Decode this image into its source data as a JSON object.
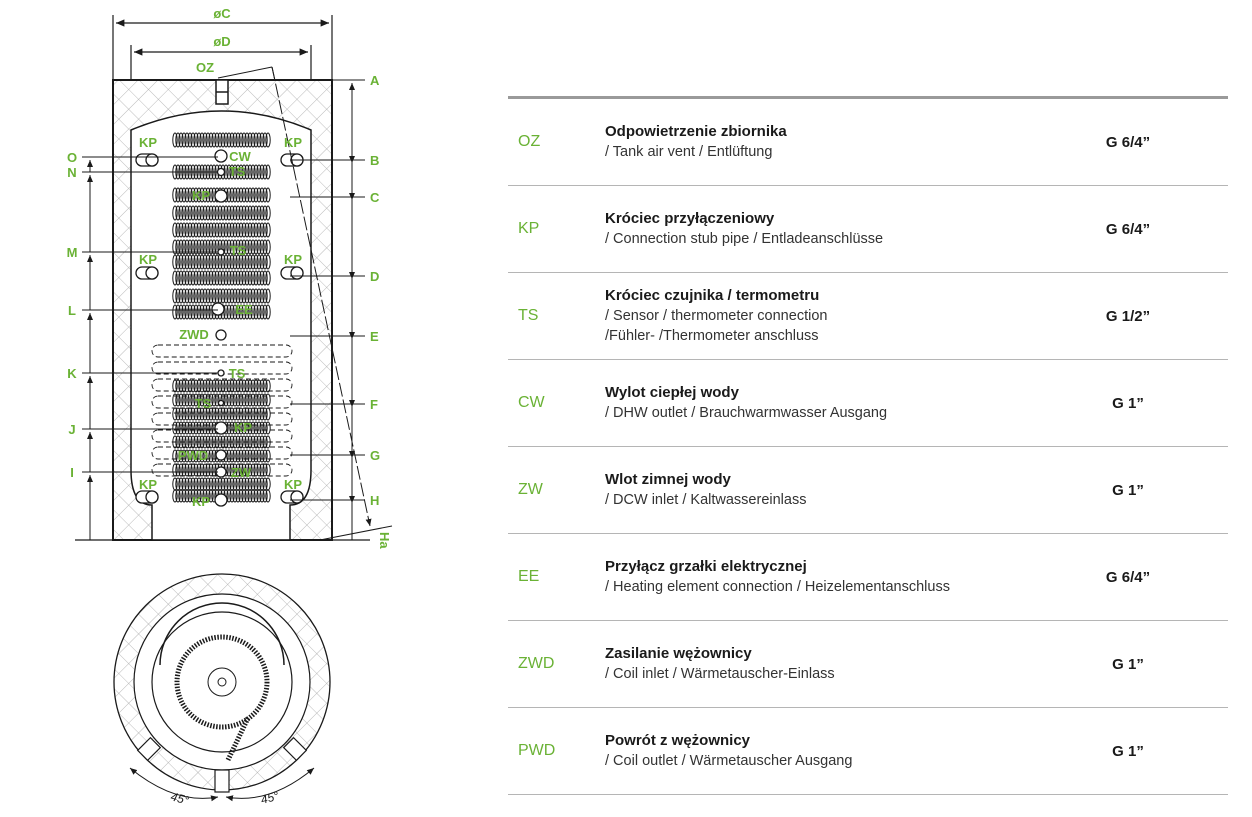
{
  "colors": {
    "accent": "#6ab235",
    "line": "#1a1a1a",
    "rule": "#b5b5b5"
  },
  "diagram": {
    "dims": {
      "outer_diameter": "øC",
      "inner_diameter": "øD"
    },
    "height_labels_right": [
      "A",
      "B",
      "C",
      "D",
      "E",
      "F",
      "G",
      "H"
    ],
    "height_labels_left": [
      "O",
      "N",
      "M",
      "L",
      "K",
      "J",
      "I"
    ],
    "tilt_label": "Ha",
    "ports": {
      "oz": "OZ",
      "kp": "KP",
      "cw": "CW",
      "ts": "TS",
      "ee": "EE",
      "zwd": "ZWD",
      "pwd": "PWD",
      "zw": "ZW"
    },
    "angles": [
      "45°",
      "45°"
    ]
  },
  "table": {
    "rows": [
      {
        "code": "OZ",
        "title": "Odpowietrzenie zbiornika",
        "sub": [
          "/ Tank air vent / Entlüftung"
        ],
        "size": "G 6/4”"
      },
      {
        "code": "KP",
        "title": "Króciec przyłączeniowy",
        "sub": [
          "/ Connection stub pipe / Entladeanschlüsse"
        ],
        "size": "G 6/4”"
      },
      {
        "code": "TS",
        "title": "Króciec czujnika / termometru",
        "sub": [
          "/ Sensor / thermometer connection",
          "/Fühler- /Thermometer anschluss"
        ],
        "size": "G 1/2”"
      },
      {
        "code": "CW",
        "title": "Wylot ciepłej wody",
        "sub": [
          "/ DHW outlet / Brauchwarmwasser Ausgang"
        ],
        "size": "G 1”"
      },
      {
        "code": "ZW",
        "title": "Wlot zimnej wody",
        "sub": [
          "/ DCW inlet / Kaltwassereinlass"
        ],
        "size": "G 1”"
      },
      {
        "code": "EE",
        "title": "Przyłącz grzałki elektrycznej",
        "sub": [
          "/ Heating element connection / Heizelementanschluss"
        ],
        "size": "G 6/4”"
      },
      {
        "code": "ZWD",
        "title": "Zasilanie wężownicy",
        "sub": [
          "/ Coil inlet / Wärmetauscher-Einlass"
        ],
        "size": "G 1”"
      },
      {
        "code": "PWD",
        "title": "Powrót z wężownicy",
        "sub": [
          "/ Coil outlet / Wärmetauscher Ausgang"
        ],
        "size": "G 1”"
      }
    ]
  }
}
